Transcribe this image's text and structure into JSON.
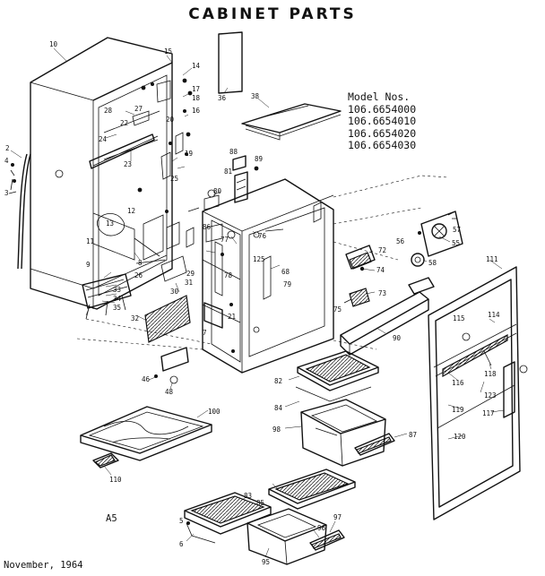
{
  "title": "CABINET PARTS",
  "model_heading": "Model Nos.",
  "model_numbers": [
    "106.6654000",
    "106.6654010",
    "106.6654020",
    "106.6654030"
  ],
  "footer_code": "A5",
  "footer_date": "November, 1964",
  "part_labels": [
    "10",
    "2",
    "4",
    "3",
    "15",
    "14",
    "36",
    "38",
    "28",
    "27",
    "22",
    "20",
    "16",
    "18",
    "17",
    "24",
    "23",
    "88",
    "81",
    "89",
    "19",
    "25",
    "80",
    "12",
    "13",
    "11",
    "8",
    "9",
    "86",
    "77",
    "76",
    "72",
    "74",
    "55",
    "57",
    "58",
    "56",
    "125",
    "68",
    "78",
    "79",
    "73",
    "75",
    "111",
    "115",
    "114",
    "118",
    "123",
    "116",
    "119",
    "117",
    "120",
    "33",
    "34",
    "35",
    "32",
    "30",
    "31",
    "29",
    "26",
    "90",
    "82",
    "84",
    "98",
    "87",
    "100",
    "110",
    "46",
    "48",
    "83",
    "85",
    "95",
    "96",
    "97",
    "5",
    "6",
    "7",
    "21"
  ]
}
